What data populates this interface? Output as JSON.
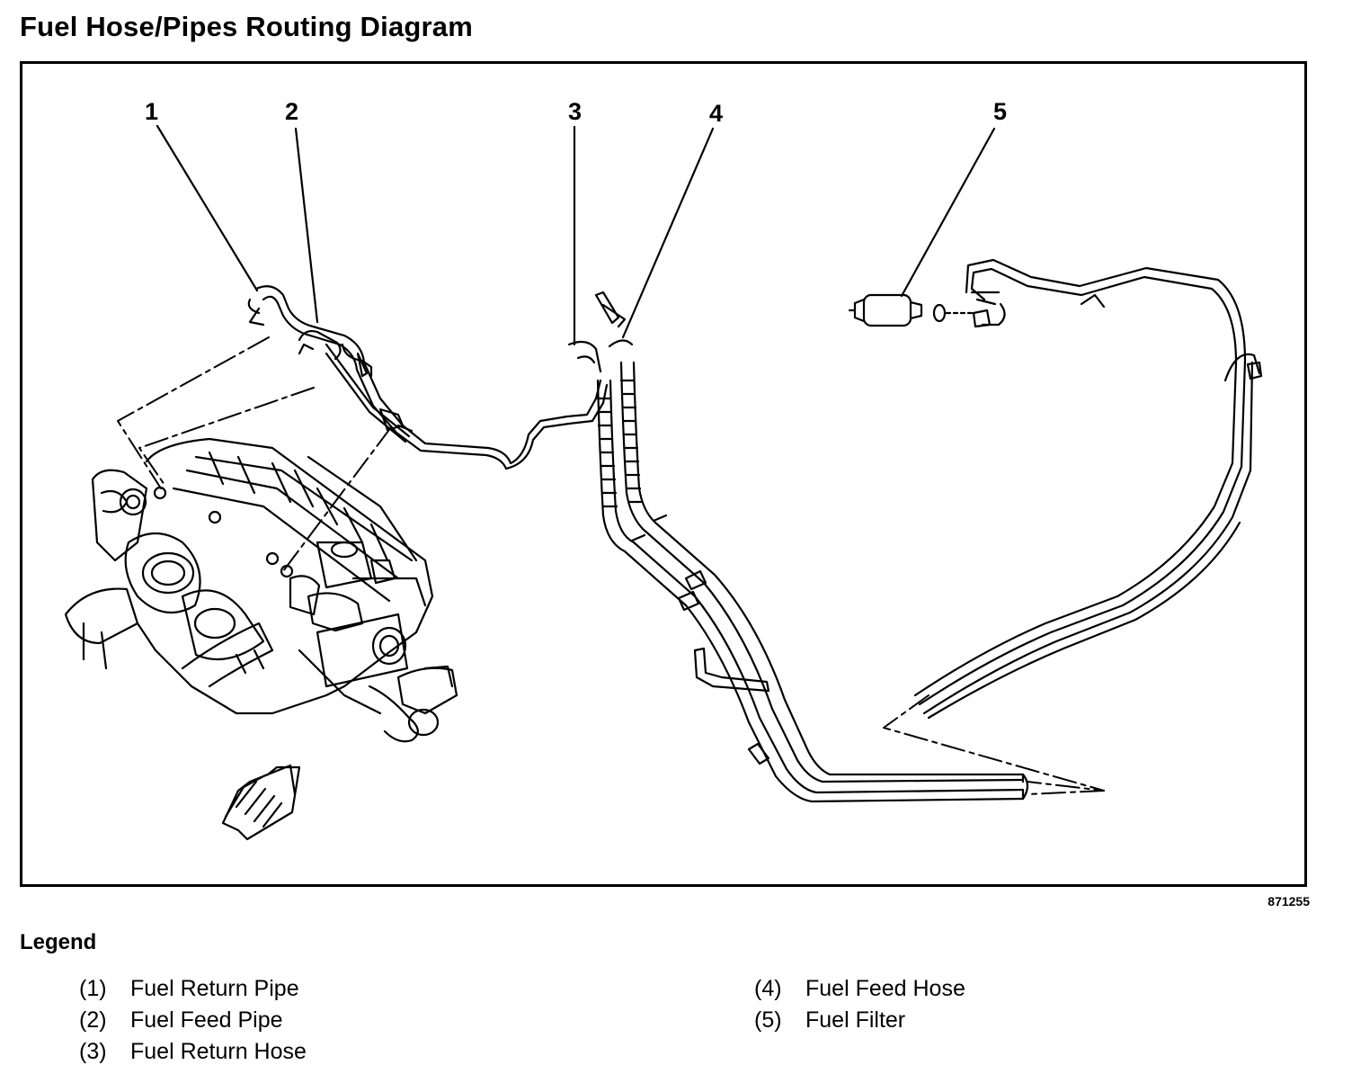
{
  "title": "Fuel Hose/Pipes Routing Diagram",
  "figure_id": "871255",
  "callouts": [
    "1",
    "2",
    "3",
    "4",
    "5"
  ],
  "legend": {
    "heading": "Legend",
    "left": [
      {
        "num": "(1)",
        "label": "Fuel Return Pipe"
      },
      {
        "num": "(2)",
        "label": "Fuel Feed Pipe"
      },
      {
        "num": "(3)",
        "label": "Fuel Return Hose"
      }
    ],
    "right": [
      {
        "num": "(4)",
        "label": "Fuel Feed Hose"
      },
      {
        "num": "(5)",
        "label": "Fuel Filter"
      }
    ]
  }
}
